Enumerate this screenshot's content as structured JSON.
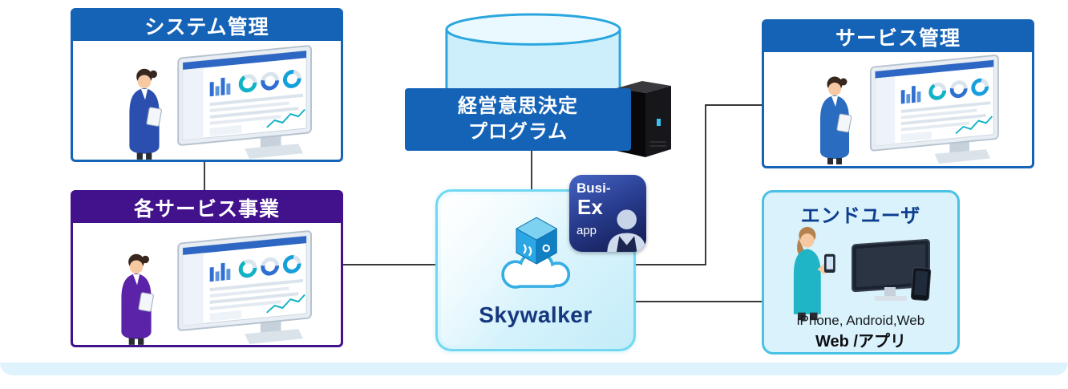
{
  "diagram": {
    "system_management": {
      "title": "システム管理"
    },
    "service_business": {
      "title": "各サービス事業"
    },
    "service_management": {
      "title": "サービス管理"
    },
    "decision_program": {
      "line1": "経営意思決定",
      "line2": "プログラム"
    },
    "skywalker": {
      "title": "Skywalker"
    },
    "busiex": {
      "line1": "Busi-",
      "line2": "Ex",
      "line3": "app"
    },
    "end_user": {
      "title": "エンドユーザ",
      "devices": "iPhone, Android,Web",
      "platforms": "Web /アプリ"
    }
  },
  "colors": {
    "header_blue": "#1463b7",
    "header_purple": "#41128c",
    "cyan_border": "#49c1e5",
    "skywalker_border": "#72d8f1",
    "skywalker_text": "#16377f",
    "end_user_bg": "#d9f2fb",
    "busiex_bg": "#27398a",
    "connector_line": "#1c1c1c"
  }
}
